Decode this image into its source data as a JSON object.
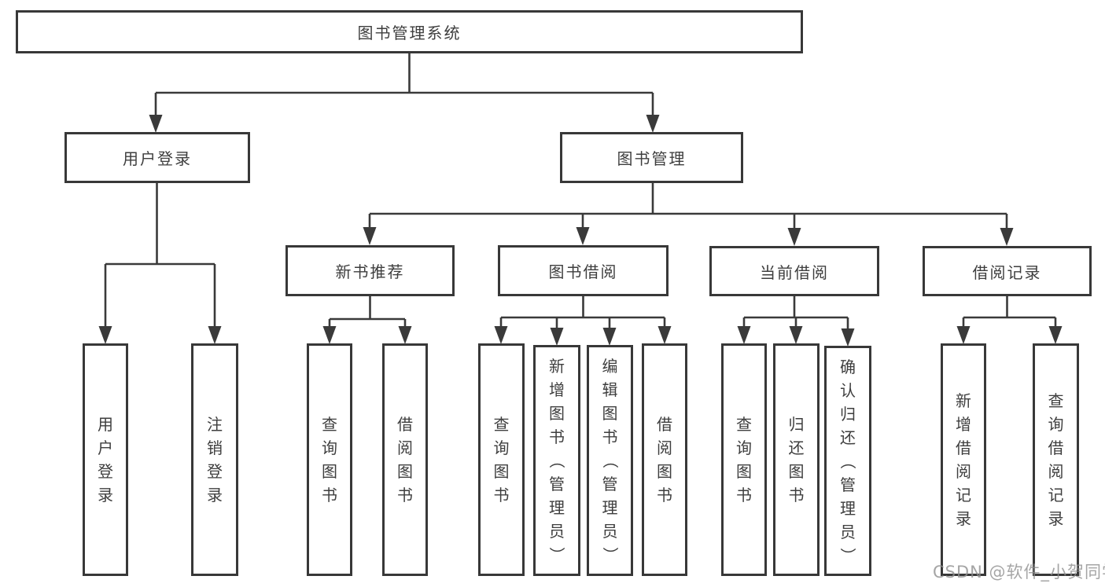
{
  "diagram": {
    "title": "图书管理系统",
    "type": "hierarchy-tree"
  },
  "nodes": {
    "root": {
      "label": "图书管理系统"
    },
    "user_login": {
      "label": "用户登录"
    },
    "book_mgmt": {
      "label": "图书管理"
    },
    "new_book_rec": {
      "label": "新书推荐"
    },
    "book_borrow": {
      "label": "图书借阅"
    },
    "current_borrow": {
      "label": "当前借阅"
    },
    "borrow_record": {
      "label": "借阅记录"
    },
    "leaf_user_login": {
      "label": "用户登录"
    },
    "leaf_logout": {
      "label": "注销登录"
    },
    "leaf_query_book_1": {
      "label": "查询图书"
    },
    "leaf_borrow_book_1": {
      "label": "借阅图书"
    },
    "leaf_query_book_2": {
      "label": "查询图书"
    },
    "leaf_add_book": {
      "label": "新增图书（管理员）"
    },
    "leaf_edit_book": {
      "label": "编辑图书（管理员）"
    },
    "leaf_borrow_book_2": {
      "label": "借阅图书"
    },
    "leaf_query_book_3": {
      "label": "查询图书"
    },
    "leaf_return_book": {
      "label": "归还图书"
    },
    "leaf_confirm_return": {
      "label": "确认归还（管理员）"
    },
    "leaf_add_borrow_record": {
      "label": "新增借阅记录"
    },
    "leaf_query_borrow_record": {
      "label": "查询借阅记录"
    }
  },
  "watermark": {
    "text": "CSDN @软件_小贺同学"
  },
  "colors": {
    "line": "#3a3a3a",
    "box_border": "#383838",
    "text": "#3e3e3e",
    "background": "#ffffff",
    "watermark": "#8f8f8f"
  }
}
